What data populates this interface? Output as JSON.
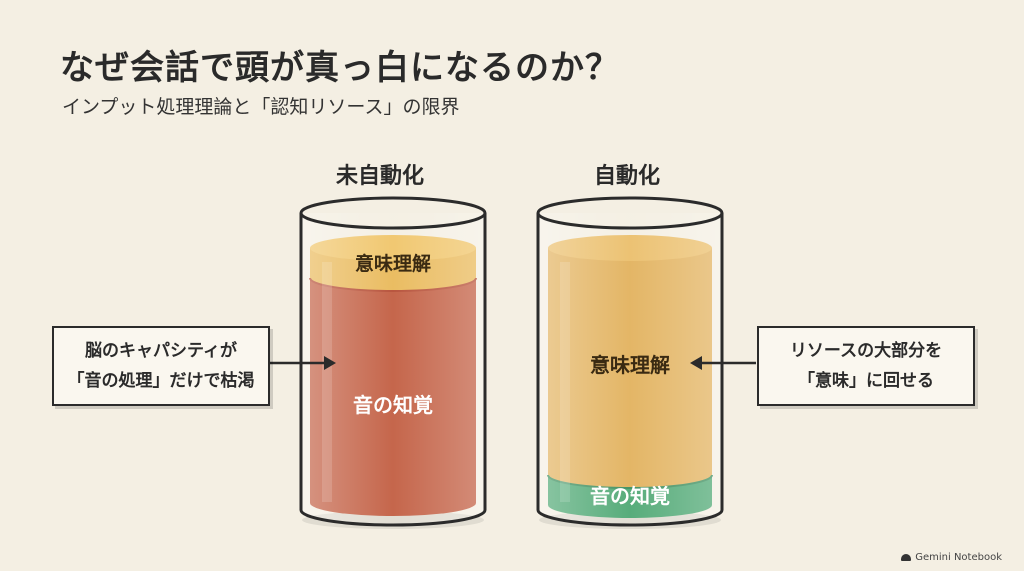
{
  "header": {
    "title": "なぜ会話で頭が真っ白になるのか？",
    "subtitle": "インプット処理理論と「認知リソース」の限界"
  },
  "cylinders": {
    "left": {
      "label": "未自動化",
      "top_layer": "意味理解",
      "bottom_layer": "音の知覚",
      "top_color": "#e9b95a",
      "bottom_color": "#c25e42"
    },
    "right": {
      "label": "自動化",
      "top_layer": "意味理解",
      "bottom_layer": "音の知覚",
      "top_color": "#e2b25e",
      "bottom_color": "#4fa874"
    }
  },
  "callouts": {
    "left": {
      "line1": "脳のキャパシティが",
      "line2": "「音の処理」だけで枯渇"
    },
    "right": {
      "line1": "リソースの大部分を",
      "line2": "「意味」に回せる"
    }
  },
  "badge": {
    "text": "Gemini Notebook"
  }
}
